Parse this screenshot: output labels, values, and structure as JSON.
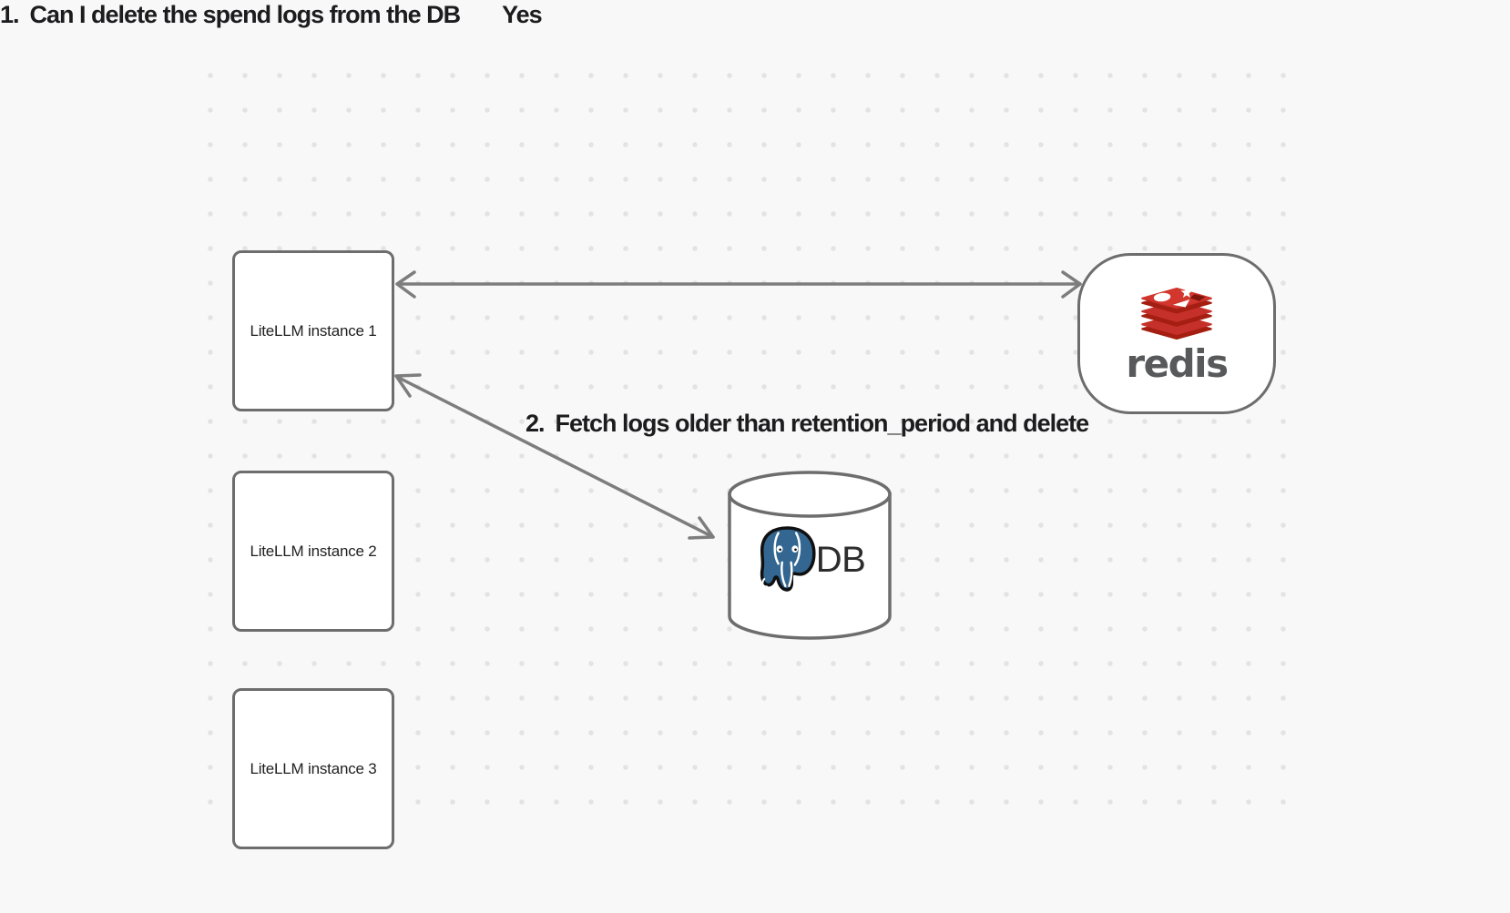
{
  "diagram": {
    "nodes": {
      "instance1": {
        "label": "LiteLLM instance 1"
      },
      "instance2": {
        "label": "LiteLLM instance 2"
      },
      "instance3": {
        "label": "LiteLLM instance 3"
      },
      "redis": {
        "wordmark": "redis",
        "icon": "redis-logo"
      },
      "db": {
        "label": "DB",
        "icon": "postgresql-logo",
        "shape": "cylinder"
      }
    },
    "edges": [
      {
        "number": "1.",
        "label": "Can I delete the spend logs from the DB",
        "response": "Yes",
        "from": "LiteLLM instance 1",
        "to": "redis",
        "style": "double-arrow"
      },
      {
        "number": "2.",
        "label": "Fetch logs older than retention_period and delete",
        "from": "LiteLLM instance 1",
        "to": "DB",
        "style": "double-arrow"
      }
    ],
    "colors": {
      "background": "#f8f8f8",
      "grid_dot": "#e3e3e3",
      "node_border": "#6d6d6d",
      "node_fill": "#ffffff",
      "arrow": "#7d7d7d",
      "label_text": "#1c1c1e",
      "redis_red": "#c6302b",
      "redis_dark_red": "#a41e11",
      "redis_wordmark_gray": "#58595b",
      "postgres_blue": "#336791",
      "db_text": "#2d2d2d"
    }
  }
}
